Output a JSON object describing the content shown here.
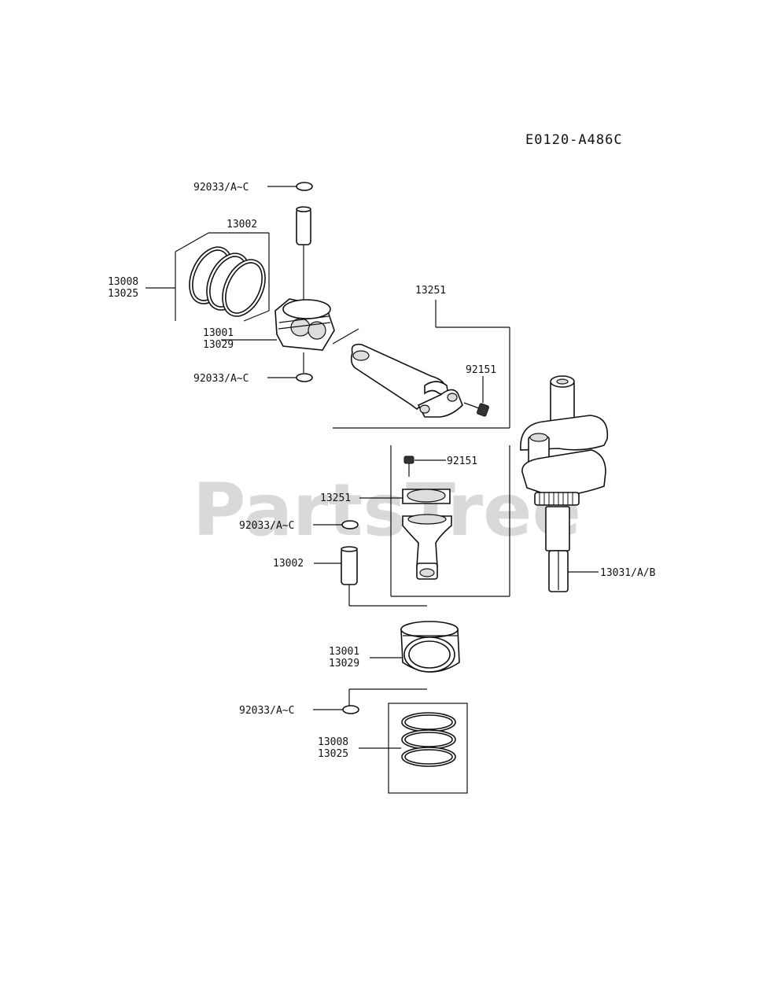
{
  "diagram_code": "E0120-A486C",
  "watermark": "PartsTree",
  "labels": {
    "circlip_top": "92033/A~C",
    "pin_top": "13002",
    "rings_top_a": "13008",
    "rings_top_b": "13025",
    "piston_top_a": "13001",
    "piston_top_b": "13029",
    "circlip_top2": "92033/A~C",
    "rod_top": "13251",
    "bolt_top": "92151",
    "bolt_bottom": "92151",
    "rod_bottom": "13251",
    "circlip_mid": "92033/A~C",
    "pin_bottom": "13002",
    "crankshaft": "13031/A/B",
    "piston_bottom_a": "13001",
    "piston_bottom_b": "13029",
    "circlip_bottom": "92033/A~C",
    "rings_bottom_a": "13008",
    "rings_bottom_b": "13025"
  }
}
